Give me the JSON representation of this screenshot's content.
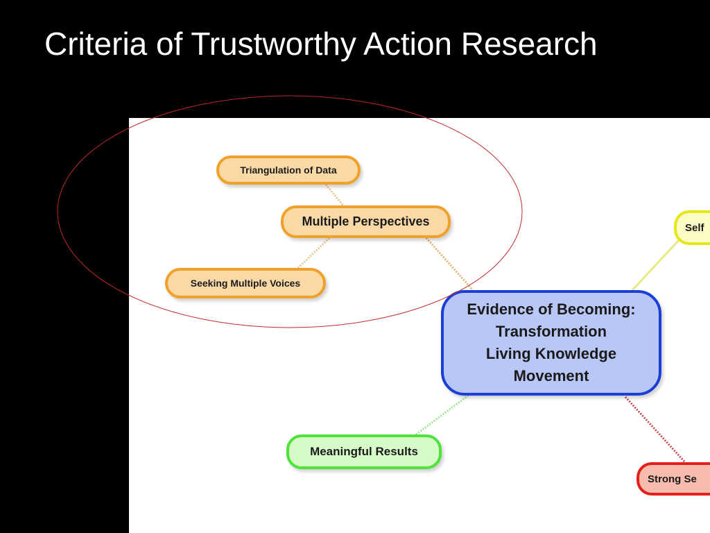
{
  "slide": {
    "title": "Criteria of Trustworthy Action Research"
  },
  "diagram": {
    "central": {
      "lines": [
        "Evidence of Becoming:",
        "Transformation",
        "Living Knowledge",
        "Movement"
      ],
      "color": "#1b3fd6"
    },
    "nodes": {
      "triangulation": "Triangulation of Data",
      "multiple_perspectives": "Multiple Perspectives",
      "seeking_voices": "Seeking Multiple Voices",
      "self": "Self",
      "meaningful_results": "Meaningful Results",
      "strong": "Strong Se"
    },
    "colors": {
      "orange": "#f0a12a",
      "yellow": "#e6e61a",
      "green": "#4ee33a",
      "red": "#e4201c",
      "highlight_ellipse": "#c0282a"
    }
  }
}
